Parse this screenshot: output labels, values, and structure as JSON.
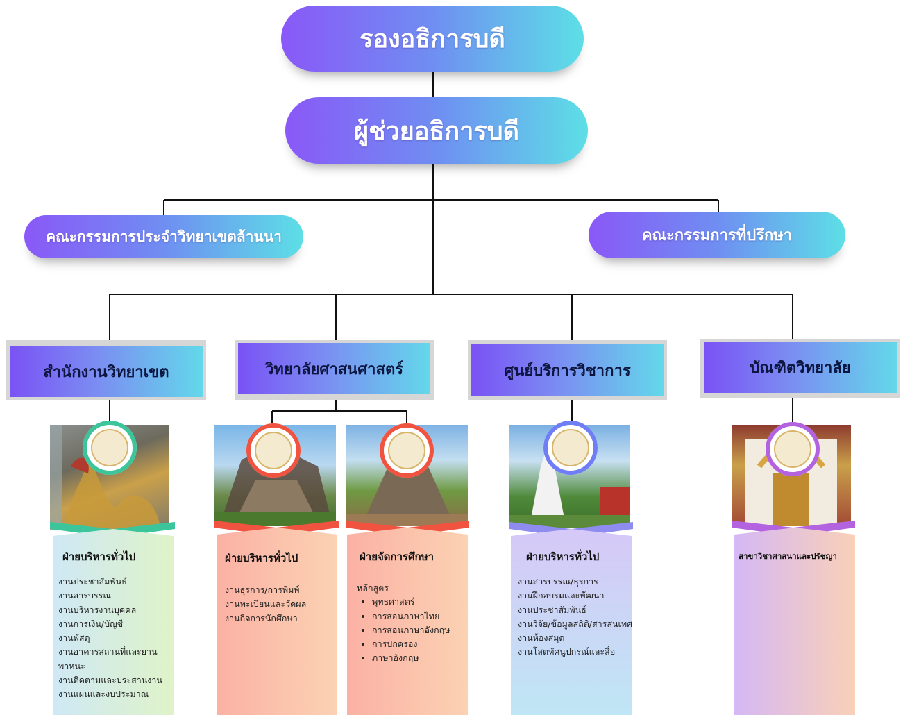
{
  "top": {
    "title": "รองอธิการบดี"
  },
  "assistant": {
    "title": "ผู้ช่วยอธิการบดี"
  },
  "committees": {
    "left": "คณะกรรมการประจำวิทยาเขตล้านนา",
    "right": "คณะกรรมการที่ปรึกษา"
  },
  "units": [
    {
      "title": "สำนักงานวิทยาเขต"
    },
    {
      "title": "วิทยาลัยศาสนศาสตร์"
    },
    {
      "title": "ศูนย์บริการวิชาการ"
    },
    {
      "title": "บัณฑิตวิทยาลัย"
    }
  ],
  "cards": [
    {
      "title": "ฝ่ายบริหารทั่วไป",
      "items": [
        "งานประชาสัมพันธ์",
        "งานสารบรรณ",
        "งานบริหารงานบุคคล",
        "งานการเงิน/บัญชี",
        "งานพัสดุ",
        "งานอาคารสถานที่และยานพาหนะ",
        "งานติดตามและประสานงาน",
        "งานแผนและงบประมาณ"
      ],
      "ring_color": "#3cc49a",
      "panel_colors": [
        "#cfe8f5",
        "#dff3c8"
      ]
    },
    {
      "title": "ฝ่ายบริหารทั่วไป",
      "items": [
        "งานธุรการ/การพิมพ์",
        "งานทะเบียนและวัดผล",
        "งานกิจการนักศึกษา"
      ],
      "ring_color": "#f0533f",
      "panel_colors": [
        "#fbb1a4",
        "#fbd2b3"
      ]
    },
    {
      "title": "ฝ่ายจัดการศึกษา",
      "intro": "หลักสูตร",
      "items": [
        "พุทธศาสตร์",
        "การสอนภาษาไทย",
        "การสอนภาษาอังกฤษ",
        "การปกครอง",
        "ภาษาอังกฤษ"
      ],
      "ring_color": "#f0533f",
      "panel_colors": [
        "#fbb1a4",
        "#fbd2b3"
      ]
    },
    {
      "title": "ฝ่ายบริหารทั่วไป",
      "items": [
        "งานสารบรรณ/ธุรการ",
        "งานฝึกอบรมและพัฒนา",
        "งานประชาสัมพันธ์",
        "งานวิจัย/ข้อมูลสถิติ/สารสนเทศ",
        "งานห้องสมุด",
        "งานโสตทัศนูปกรณ์และสื่อ"
      ],
      "ring_color": "#6f7ef5",
      "panel_colors": [
        "#d6c8f7",
        "#bfe6f5"
      ]
    },
    {
      "title": "สาขาวิชาศาสนาและปรัชญา",
      "items": [],
      "ring_color": "#b463e0",
      "panel_colors": [
        "#d5b8f5",
        "#f9d0b8"
      ]
    }
  ],
  "colors": {
    "pill_start": "#8a58f7",
    "pill_end": "#5ddfe6",
    "line": "#111111"
  },
  "icons": [
    "emblem-logo"
  ]
}
